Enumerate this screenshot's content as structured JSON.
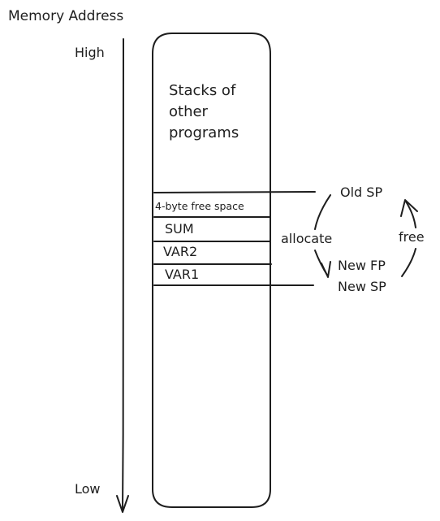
{
  "axis": {
    "title": "Memory Address",
    "high_label": "High",
    "low_label": "Low"
  },
  "stack": {
    "other_programs_lines": [
      "Stacks of",
      "other",
      "programs"
    ],
    "slots": [
      "4-byte free space",
      "SUM",
      "VAR2",
      "VAR1"
    ]
  },
  "pointers": {
    "old_sp": "Old SP",
    "new_fp": "New FP",
    "new_sp": "New SP"
  },
  "cycle": {
    "allocate_label": "allocate",
    "free_label": "free"
  },
  "colors": {
    "ink": "#1e1e1e",
    "background": "#ffffff"
  }
}
